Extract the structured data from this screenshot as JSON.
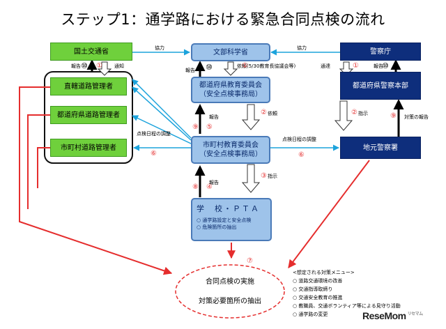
{
  "title": "ステップ1：通学路における緊急合同点検の流れ",
  "boxes": {
    "mlit": "国土交通省",
    "mext": "文部科学省",
    "police_agency": "警察庁",
    "national_road": "直轄道路管理者",
    "pref_road": "都道府県道路管理者",
    "muni_road": "市町村道路管理者",
    "pref_board_1": "都道府県教育委員会",
    "pref_board_2": "（安全点検事務局）",
    "pref_police": "都道府県警察本部",
    "muni_board_1": "市町村教育委員会",
    "muni_board_2": "（安全点検事務局）",
    "local_police": "地元警察署",
    "school_title": "学　校・ＰＴＡ",
    "school_items": [
      "○ 通学路設定と安全点検",
      "○ 危険箇所の抽出"
    ]
  },
  "labels": {
    "cooperation_left": "協力",
    "cooperation_right": "協力",
    "report": "報告",
    "notice": "通知",
    "notice2": "通達",
    "request_mext": "依頼(5/30教育長協議会等)",
    "report_pref": "報告",
    "request": "依頼",
    "inspection_schedule": "点検日程の調整",
    "inspection_schedule_right": "点検日程の調整",
    "instruction": "指示",
    "instruction2": "指示",
    "report_school": "報告",
    "report_measures": "対策の報告",
    "report_mext": "報告",
    "report_police": "報告"
  },
  "numbers": {
    "n1": "①",
    "n2": "②",
    "n3": "③",
    "n4": "④",
    "n5": "⑤",
    "n6": "⑥",
    "n7": "⑦",
    "n8": "⑧",
    "n9": "⑨",
    "n10": "⑩"
  },
  "joint": {
    "line1": "合同点検の実施",
    "line2": "対策必要箇所の抽出"
  },
  "menu": {
    "header": "<想定される対策メニュー>",
    "items": [
      "道路交通環境の改善",
      "交通指導取締り",
      "交通安全教育の推進",
      "教職員、交通ボランティア等による見守り活動",
      "通学路の変更"
    ]
  },
  "logo": {
    "name": "ReseMom",
    "sub": "リセマム"
  }
}
